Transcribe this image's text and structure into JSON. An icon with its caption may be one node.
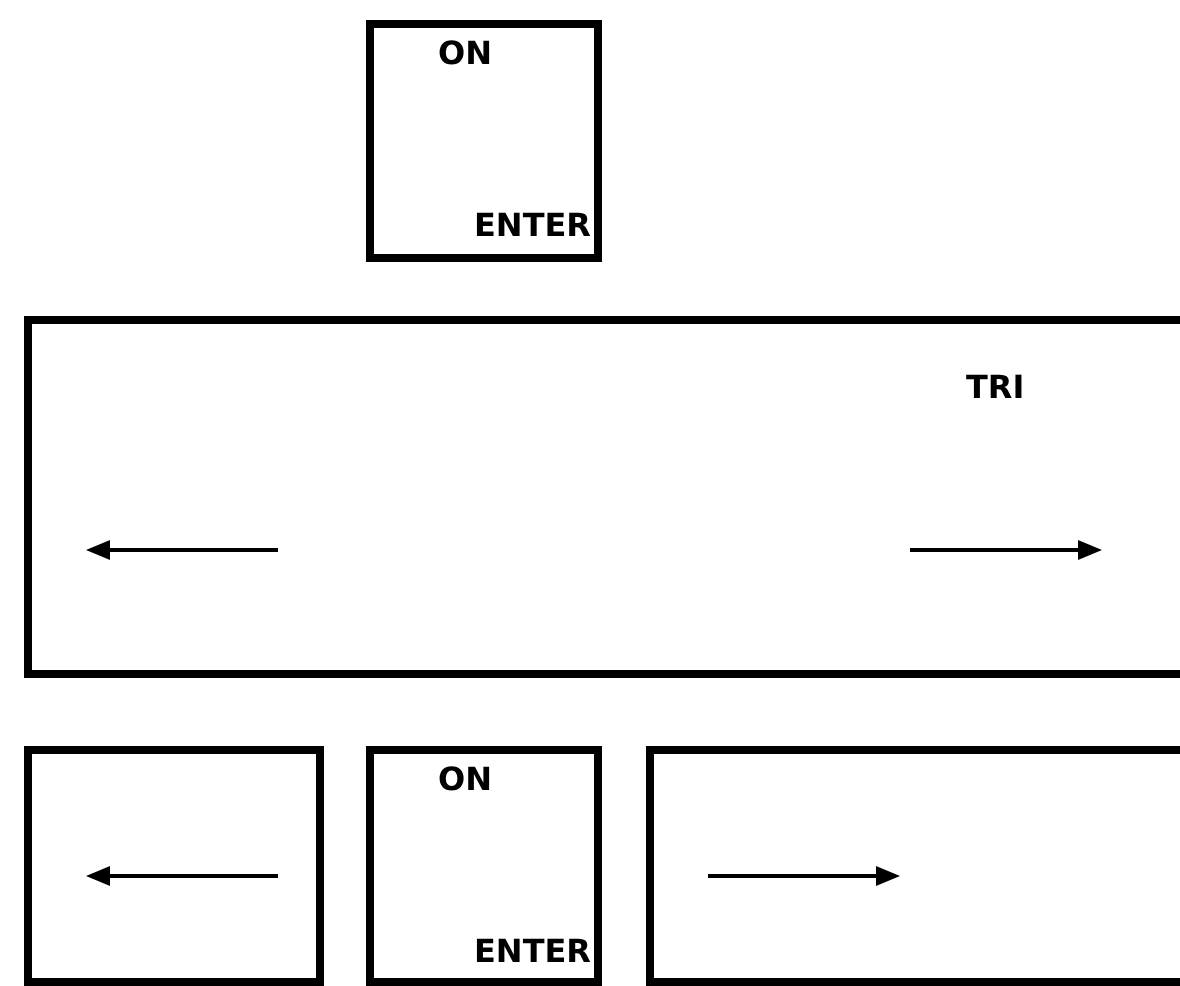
{
  "diagram": {
    "nodes": [
      {
        "text": [
          "ON",
          "ENTER"
        ]
      },
      {
        "text": [
          "TRI"
        ]
      },
      {
        "text": [],
        "shape": "box"
      },
      {
        "text": [
          "ON",
          "ENTER"
        ]
      },
      {
        "text": [],
        "shape": "box"
      }
    ]
  }
}
